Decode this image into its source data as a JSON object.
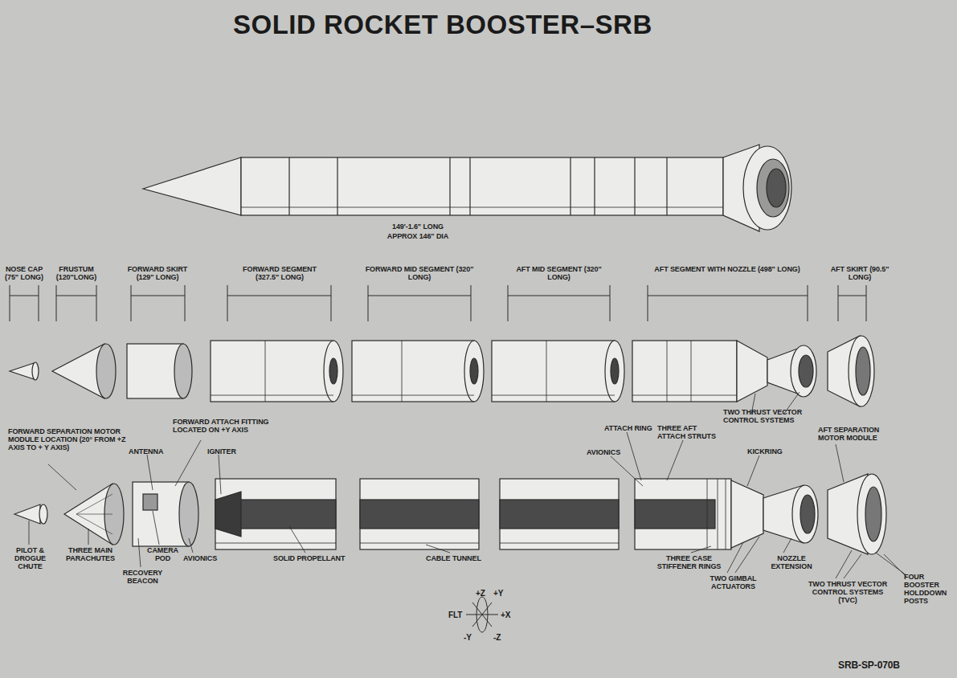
{
  "diagram": {
    "title": "SOLID ROCKET BOOSTER–SRB",
    "labels": [
      "149'-1.6\" LONG",
      "APPROX 146\" DIA",
      "NOSE CAP (75\" LONG)",
      "FRUSTUM (120\"LONG)",
      "FORWARD SKIRT (129\" LONG)",
      "FORWARD SEGMENT (327.5\" LONG)",
      "FORWARD MID SEGMENT (320\" LONG)",
      "AFT MID SEGMENT (320\" LONG)",
      "AFT SEGMENT WITH NOZZLE (498\" LONG)",
      "AFT SKIRT (90.5\" LONG)",
      "TWO THRUST VECTOR CONTROL SYSTEMS",
      "FORWARD SEPARATION MOTOR MODULE LOCATION (20° FROM +Z AXIS TO + Y AXIS)",
      "FORWARD ATTACH FITTING LOCATED ON +Y AXIS",
      "ANTENNA",
      "IGNITER",
      "ATTACH RING",
      "THREE AFT ATTACH STRUTS",
      "AVIONICS",
      "KICKRING",
      "AFT SEPARATION MOTOR MODULE",
      "PILOT & DROGUE CHUTE",
      "THREE MAIN PARACHUTES",
      "CAMERA POD",
      "RECOVERY BEACON",
      "AVIONICS",
      "SOLID PROPELLANT",
      "CABLE TUNNEL",
      "THREE CASE STIFFENER RINGS",
      "TWO GIMBAL ACTUATORS",
      "NOZZLE EXTENSION",
      "TWO THRUST VECTOR CONTROL SYSTEMS (TVC)",
      "FOUR BOOSTER HOLDDOWN POSTS",
      "+Z",
      "+Y",
      "FLT",
      "+X",
      "-Y",
      "-Z",
      "SRB-SP-070B"
    ]
  }
}
